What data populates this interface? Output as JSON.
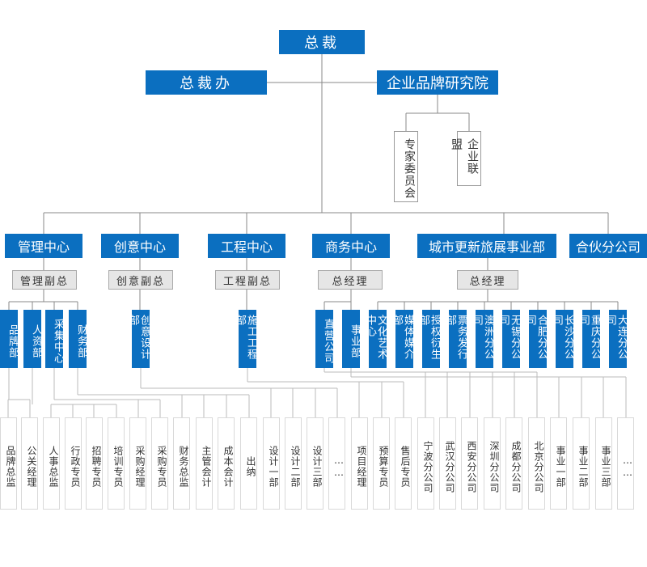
{
  "top": {
    "ceo": "总裁",
    "office": "总裁办",
    "institute": "企业品牌研究院"
  },
  "institute_children": [
    "专家委员会",
    "企业联盟"
  ],
  "centers": [
    "管理中心",
    "创意中心",
    "工程中心",
    "商务中心",
    "城市更新旅展事业部",
    "合伙分公司"
  ],
  "deputies": [
    "管理副总",
    "创意副总",
    "工程副总",
    "总经理",
    "总经理"
  ],
  "level3": [
    "品牌部",
    "人资部",
    "采集中心",
    "财务部",
    "创意设计部",
    "施工工程部",
    "直营公司",
    "事业部",
    "文化艺术中心",
    "媒体媒介部",
    "授权衍生部",
    "票务发行部",
    "澳洲分公司",
    "无锡分公司",
    "合肥分公司",
    "长沙分公司",
    "重庆分公司",
    "大连分公司"
  ],
  "leaves": [
    "品牌总监",
    "公关经理",
    "人事总监",
    "行政专员",
    "招聘专员",
    "培训专员",
    "采购经理",
    "采购专员",
    "财务总监",
    "主管会计",
    "成本会计",
    "出纳",
    "设计一部",
    "设计二部",
    "设计三部",
    "……",
    "项目经理",
    "预算专员",
    "售后专员",
    "宁波分公司",
    "武汉分公司",
    "西安分公司",
    "深圳分公司",
    "成都分公司",
    "北京分公司",
    "事业一部",
    "事业二部",
    "事业三部",
    "……"
  ],
  "colors": {
    "accent": "#0b6fc0",
    "line": "#888888",
    "light_line": "#bbbbbb"
  }
}
